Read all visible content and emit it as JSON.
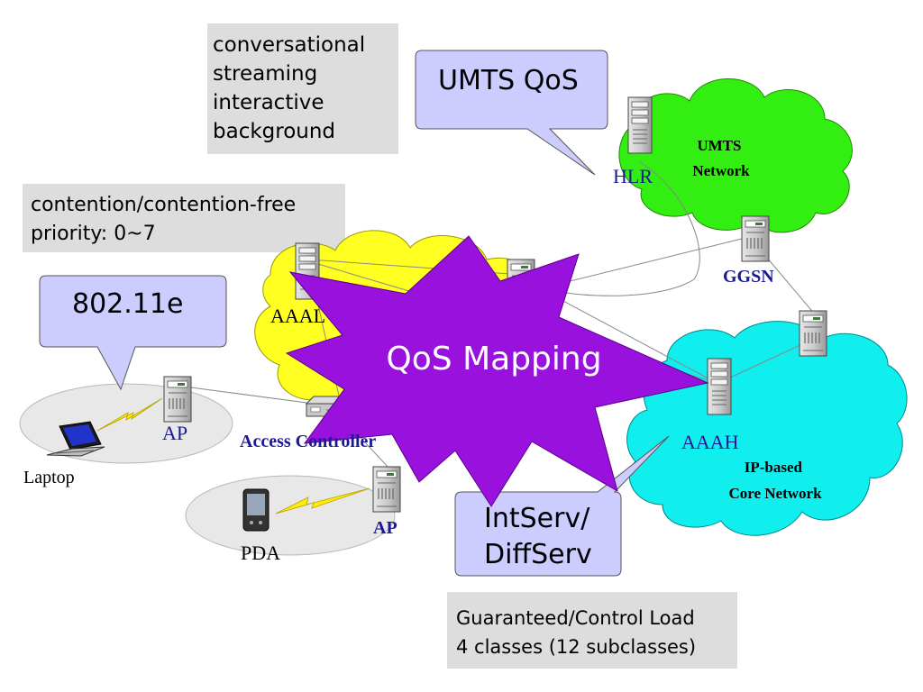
{
  "notes": {
    "umts_classes": [
      "conversational",
      "streaming",
      "interactive",
      "background"
    ],
    "wlan_params": [
      "contention/contention-free",
      "priority: 0~7"
    ],
    "ip_classes": [
      "Guaranteed/Control Load",
      "4 classes (12 subclasses)"
    ]
  },
  "callouts": {
    "umts_qos": "UMTS QoS",
    "wlan_qos": "802.11e",
    "ip_qos": [
      "IntServ/",
      "DiffServ"
    ]
  },
  "clouds": {
    "umts": [
      "UMTS",
      "Network"
    ],
    "core": [
      "IP-based",
      "Core Network"
    ]
  },
  "nodes": {
    "hlr": "HLR",
    "ggsn": "GGSN",
    "aaal": "AAAL",
    "aaah": "AAAH",
    "ap_top": "AP",
    "ap_bottom": "AP",
    "access_controller": "Access Controller",
    "partial_ap": "AP",
    "laptop": "Laptop",
    "pda": "PDA"
  },
  "center_label": "QoS Mapping",
  "colors": {
    "umts_cloud": "#33ee11",
    "core_cloud": "#11eeee",
    "wlan_cloud": "#ffff22",
    "burst": "#9911dd",
    "callout": "#ccccff",
    "note_box": "#dddddd",
    "node_label": "#1a1a99",
    "wireless": "#e8e8e8",
    "lightning": "#ffee00"
  }
}
